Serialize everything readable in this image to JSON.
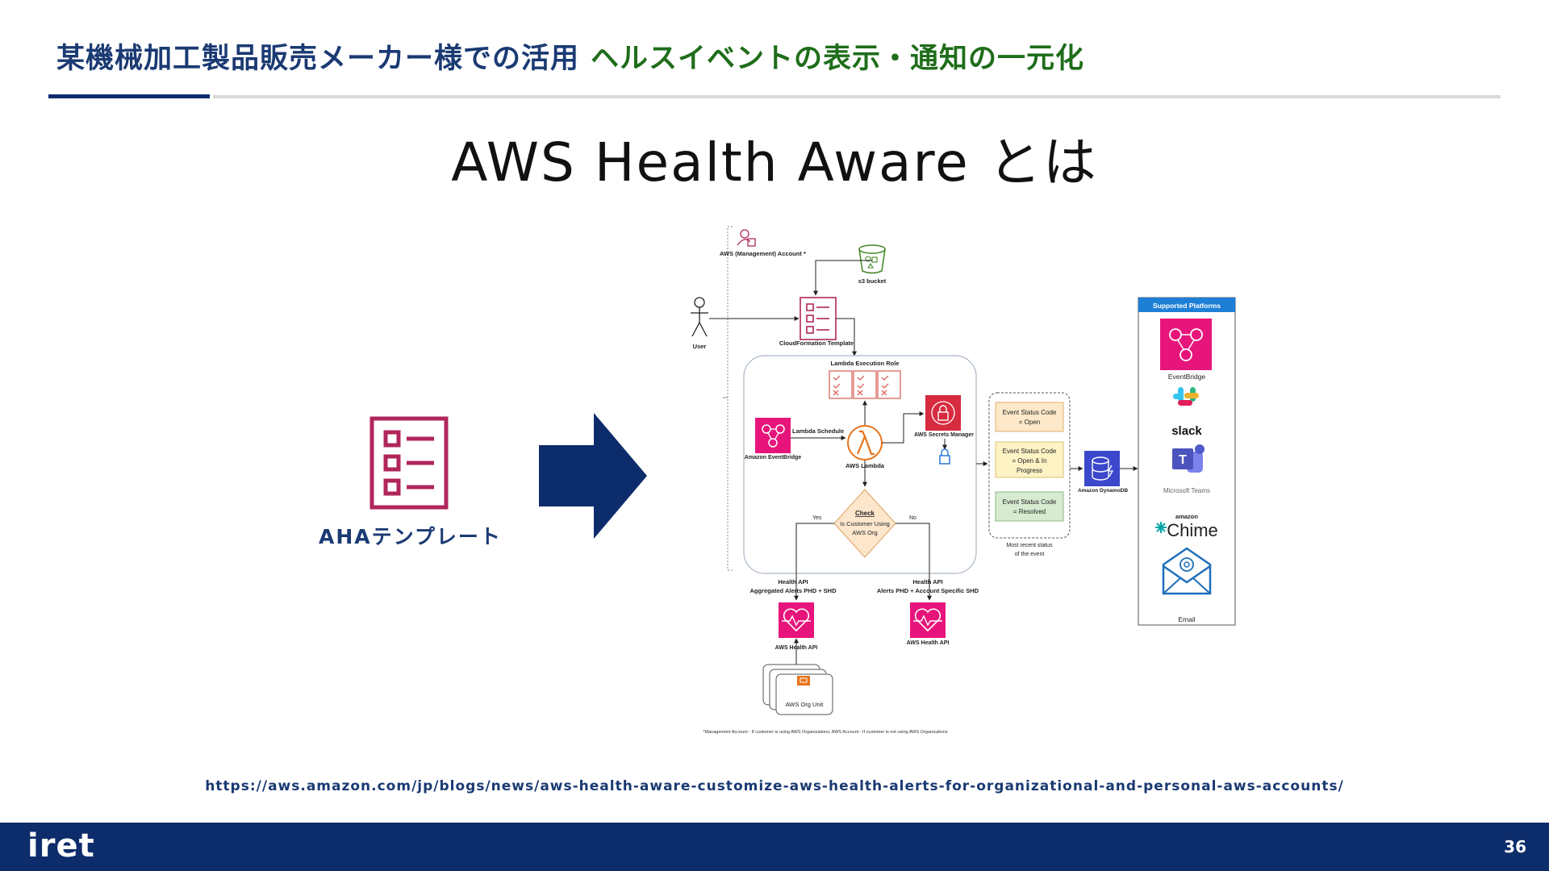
{
  "header": {
    "title_main": "某機械加工製品販売メーカー様での活用",
    "title_sub": "ヘルスイベントの表示・通知の一元化"
  },
  "slide": {
    "title": "AWS Health Aware とは",
    "template_label": "AHAテンプレート",
    "url": "https://aws.amazon.com/jp/blogs/news/aws-health-aware-customize-aws-health-alerts-for-organizational-and-personal-aws-accounts/",
    "page_number": "36"
  },
  "footer": {
    "logo": "iret"
  },
  "diagram": {
    "account_label": "AWS (Management) Account *",
    "s3_label": "s3 bucket",
    "user_label": "User",
    "cfn_label": "CloudFormation Template",
    "role_label": "Lambda Execution Role",
    "lambda_schedule": "Lambda Schedule",
    "eventbridge_label": "Amazon EventBridge",
    "lambda_label": "AWS Lambda",
    "secrets_label": "AWS Secrets Manager",
    "check_title": "Check",
    "check_line1": "Is Customer Using",
    "check_line2": "AWS Org",
    "yes_label": "Yes",
    "no_label": "No",
    "health_api_left_1": "Health API",
    "health_api_left_2": "Aggregated Alerts PHD + SHD",
    "health_api_right_1": "Health API",
    "health_api_right_2": "Alerts PHD + Account Specific SHD",
    "aws_health_api": "AWS Health API",
    "org_unit": "AWS Org Unit",
    "status_open": [
      "Event Status Code",
      "= Open"
    ],
    "status_progress": [
      "Event Status Code",
      "= Open & In",
      "Progress"
    ],
    "status_resolved": [
      "Event Status Code",
      "= Resolved"
    ],
    "most_recent": [
      "Most recent status",
      "of the event"
    ],
    "dynamodb_label": "Amazon DynamoDB",
    "supported_title": "Supported Platforms",
    "platform_eventbridge": "EventBridge",
    "platform_slack": "slack",
    "platform_teams": "Microsoft Teams",
    "platform_amazon": "amazon",
    "platform_chime": "Chime",
    "platform_email": "Email",
    "footnote": "*Management Account - If customer is using AWS Organizations, AWS Account - If customer is not using AWS Organizations"
  },
  "colors": {
    "navy": "#0d2c6b",
    "title_blue": "#1a3a73",
    "title_green": "#1f6d1a",
    "template_icon": "#b0265c",
    "aws_pink": "#e7157b",
    "aws_red": "#d72b3f",
    "lambda_orange": "#e8731a",
    "dynamodb_blue": "#3b48cc"
  }
}
